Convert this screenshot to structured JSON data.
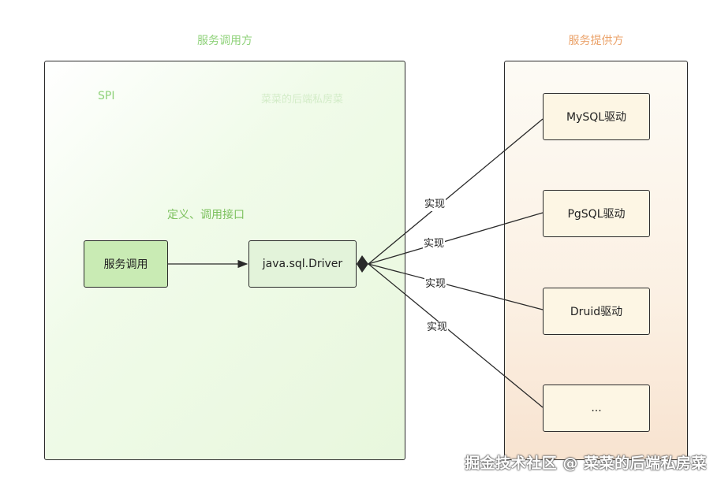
{
  "caller_panel": {
    "title": "服务调用方",
    "spi_label": "SPI",
    "faint_watermark": "菜菜的后端私房菜",
    "define_label": "定义、调用接口",
    "call_node": "服务调用",
    "interface_node": "java.sql.Driver"
  },
  "provider_panel": {
    "title": "服务提供方",
    "nodes": [
      "MySQL驱动",
      "PgSQL驱动",
      "Druid驱动",
      "..."
    ]
  },
  "edge_labels": [
    "实现",
    "实现",
    "实现",
    "实现"
  ],
  "watermark": "掘金技术社区 @ 菜菜的后端私房菜",
  "colors": {
    "caller_title": "#8fd27a",
    "provider_title": "#eba36b",
    "call_node_fill": "#c9ebb4",
    "interface_node_fill": "#e3f3da",
    "provider_node_fill": "#fdf6e4"
  }
}
